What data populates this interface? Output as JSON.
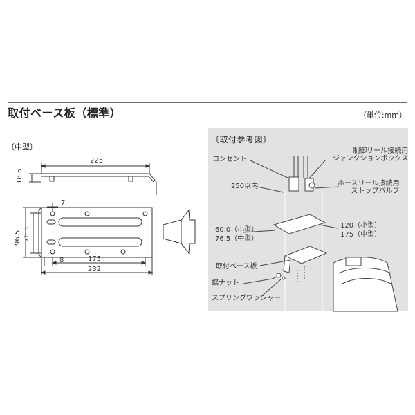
{
  "header": {
    "title": "取付ベース板（標準）",
    "unit": "（単位:mm）"
  },
  "drawing": {
    "size_label": "〔中型〕",
    "dimensions": {
      "overall_width_top": "225",
      "height_side": "18.5",
      "slot_gap": "7",
      "height_outer": "96.5",
      "height_inner": "76.5",
      "left_offset": "8",
      "slot_span": "175",
      "overall_width_bottom": "232"
    }
  },
  "reference": {
    "title": "〔取付参考図〕",
    "callouts": {
      "outlet": "コンセント",
      "junction_box_1": "制御リール接続用",
      "junction_box_2": "ジャンクションボックス",
      "within_250": "250以内",
      "hose_reel_1": "ホースリール接続用",
      "hose_reel_2": "ストップバルブ",
      "small_60": "60.0（小型）",
      "medium_76": "76.5（中型）",
      "small_120": "120（小型）",
      "medium_175": "175（中型）",
      "base_plate": "取付ベース板",
      "wing_nut": "蝶ナット",
      "spring_washer": "スプリングワッシャー"
    }
  }
}
